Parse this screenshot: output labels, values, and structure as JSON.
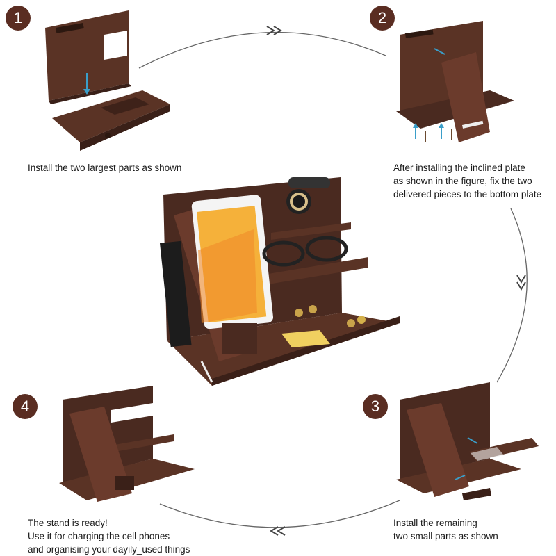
{
  "steps": [
    {
      "number": "1",
      "lines": [
        "Install the two largest parts as shown"
      ]
    },
    {
      "number": "2",
      "lines": [
        "After installing the inclined plate",
        "as shown in the figure, fix the two",
        "delivered pieces to the bottom plate"
      ]
    },
    {
      "number": "3",
      "lines": [
        "Install the remaining",
        "two small parts as shown"
      ]
    },
    {
      "number": "4",
      "lines": [
        "The stand is ready!",
        "Use it for charging the cell phones",
        "and organising your dayily_used things"
      ]
    }
  ],
  "colors": {
    "wood_dark": "#4a2a20",
    "wood_mid": "#6b3b2c",
    "wood_light": "#8a5a44",
    "badge": "#5a2d22",
    "arrow": "#555555"
  }
}
